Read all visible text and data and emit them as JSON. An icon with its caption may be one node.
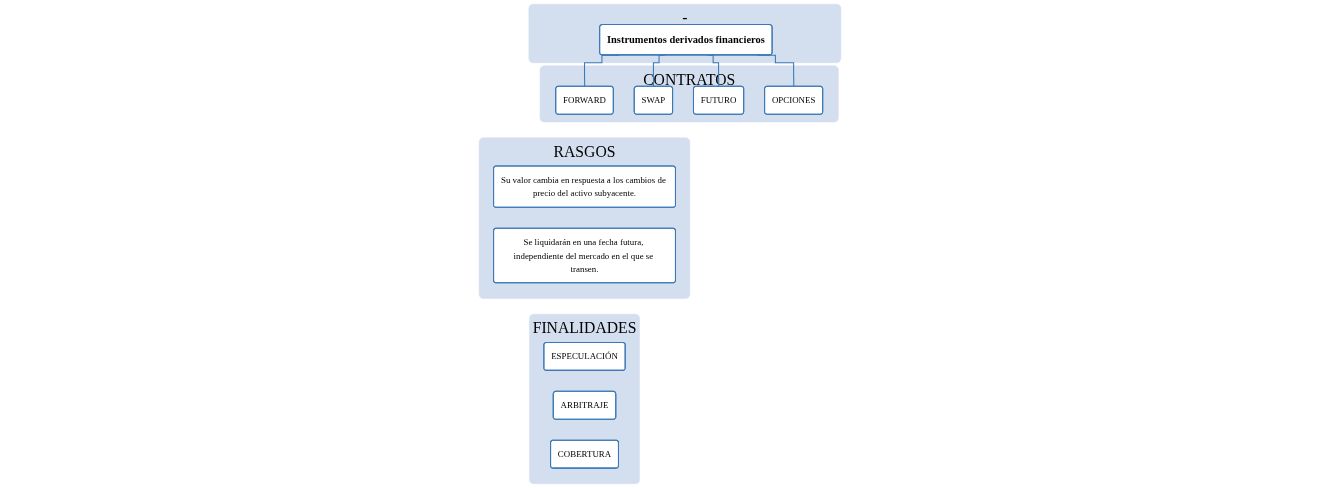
{
  "diagram": {
    "nodes": [
      {
        "text": [
          "-"
        ]
      },
      {
        "text": [
          "Instrumentos derivados financieros"
        ],
        "in": 0
      },
      {
        "text": [
          "CONTRATOS"
        ]
      },
      {
        "text": [
          "FORWARD"
        ],
        "in": 2
      },
      {
        "text": [
          "SWAP"
        ],
        "in": 2
      },
      {
        "text": [
          "FUTURO"
        ],
        "in": 2
      },
      {
        "text": [
          "OPCIONES"
        ],
        "in": 2
      },
      {
        "text": [
          "RASGOS"
        ]
      },
      {
        "text": [
          "Su valor cambia en respuesta a los cambios de precio del activo subyacente."
        ],
        "in": 7
      },
      {
        "text": [
          "Se liquidarán en una fecha futura, independiente del mercado en el que se transen."
        ],
        "in": 7
      },
      {
        "text": [
          "FINALIDADES"
        ]
      },
      {
        "text": [
          "ESPECULACIÓN"
        ],
        "in": 10
      },
      {
        "text": [
          "ARBITRAJE"
        ],
        "in": 10
      },
      {
        "text": [
          "COBERTURA"
        ],
        "in": 10
      }
    ],
    "edges": [
      {
        "from": 1,
        "to": 3,
        "arrow": "none"
      },
      {
        "from": 1,
        "to": 4,
        "arrow": "none"
      },
      {
        "from": 1,
        "to": 5,
        "arrow": "none"
      },
      {
        "from": 1,
        "to": 6,
        "arrow": "none"
      }
    ]
  }
}
